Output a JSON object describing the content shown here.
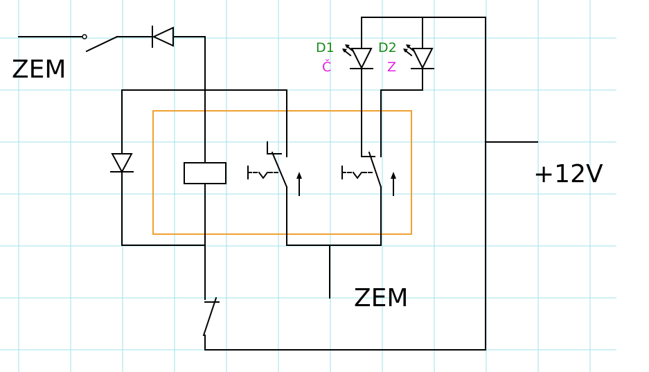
{
  "labels": {
    "ground_left": "ZEM",
    "ground_bottom": "ZEM",
    "supply": "+12V",
    "d1": "D1",
    "d1_color_letter": "Č",
    "d2": "D2",
    "d2_color_letter": "Z"
  },
  "colors": {
    "background": "#ffffff",
    "grid": "#9fe0e8",
    "wire": "#000000",
    "relay_box": "#f0a030",
    "diode_label": "#1a8a1a",
    "color_letter": "#e020e0"
  }
}
